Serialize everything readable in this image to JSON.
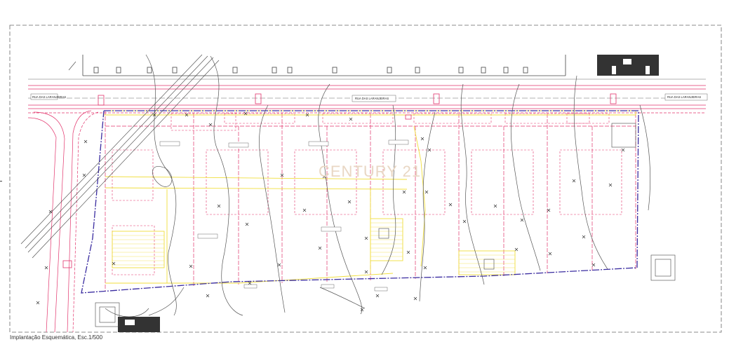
{
  "drawing": {
    "caption": "Implantação Esquemática, Esc.1/500",
    "watermark": "CENTURY 21",
    "street_name_left": "RUA DAS LARANJEIRAS",
    "street_name_center": "RUA DAS LARANJEIRAS",
    "street_name_right": "RUA DAS LARANJEIRAS"
  },
  "colors": {
    "frame": "#555555",
    "parcel_lines": "#e2336b",
    "building_outline": "#f0de3c",
    "boundary": "#3a2ca0",
    "contour": "#555555",
    "roof_fill": "#333333"
  }
}
